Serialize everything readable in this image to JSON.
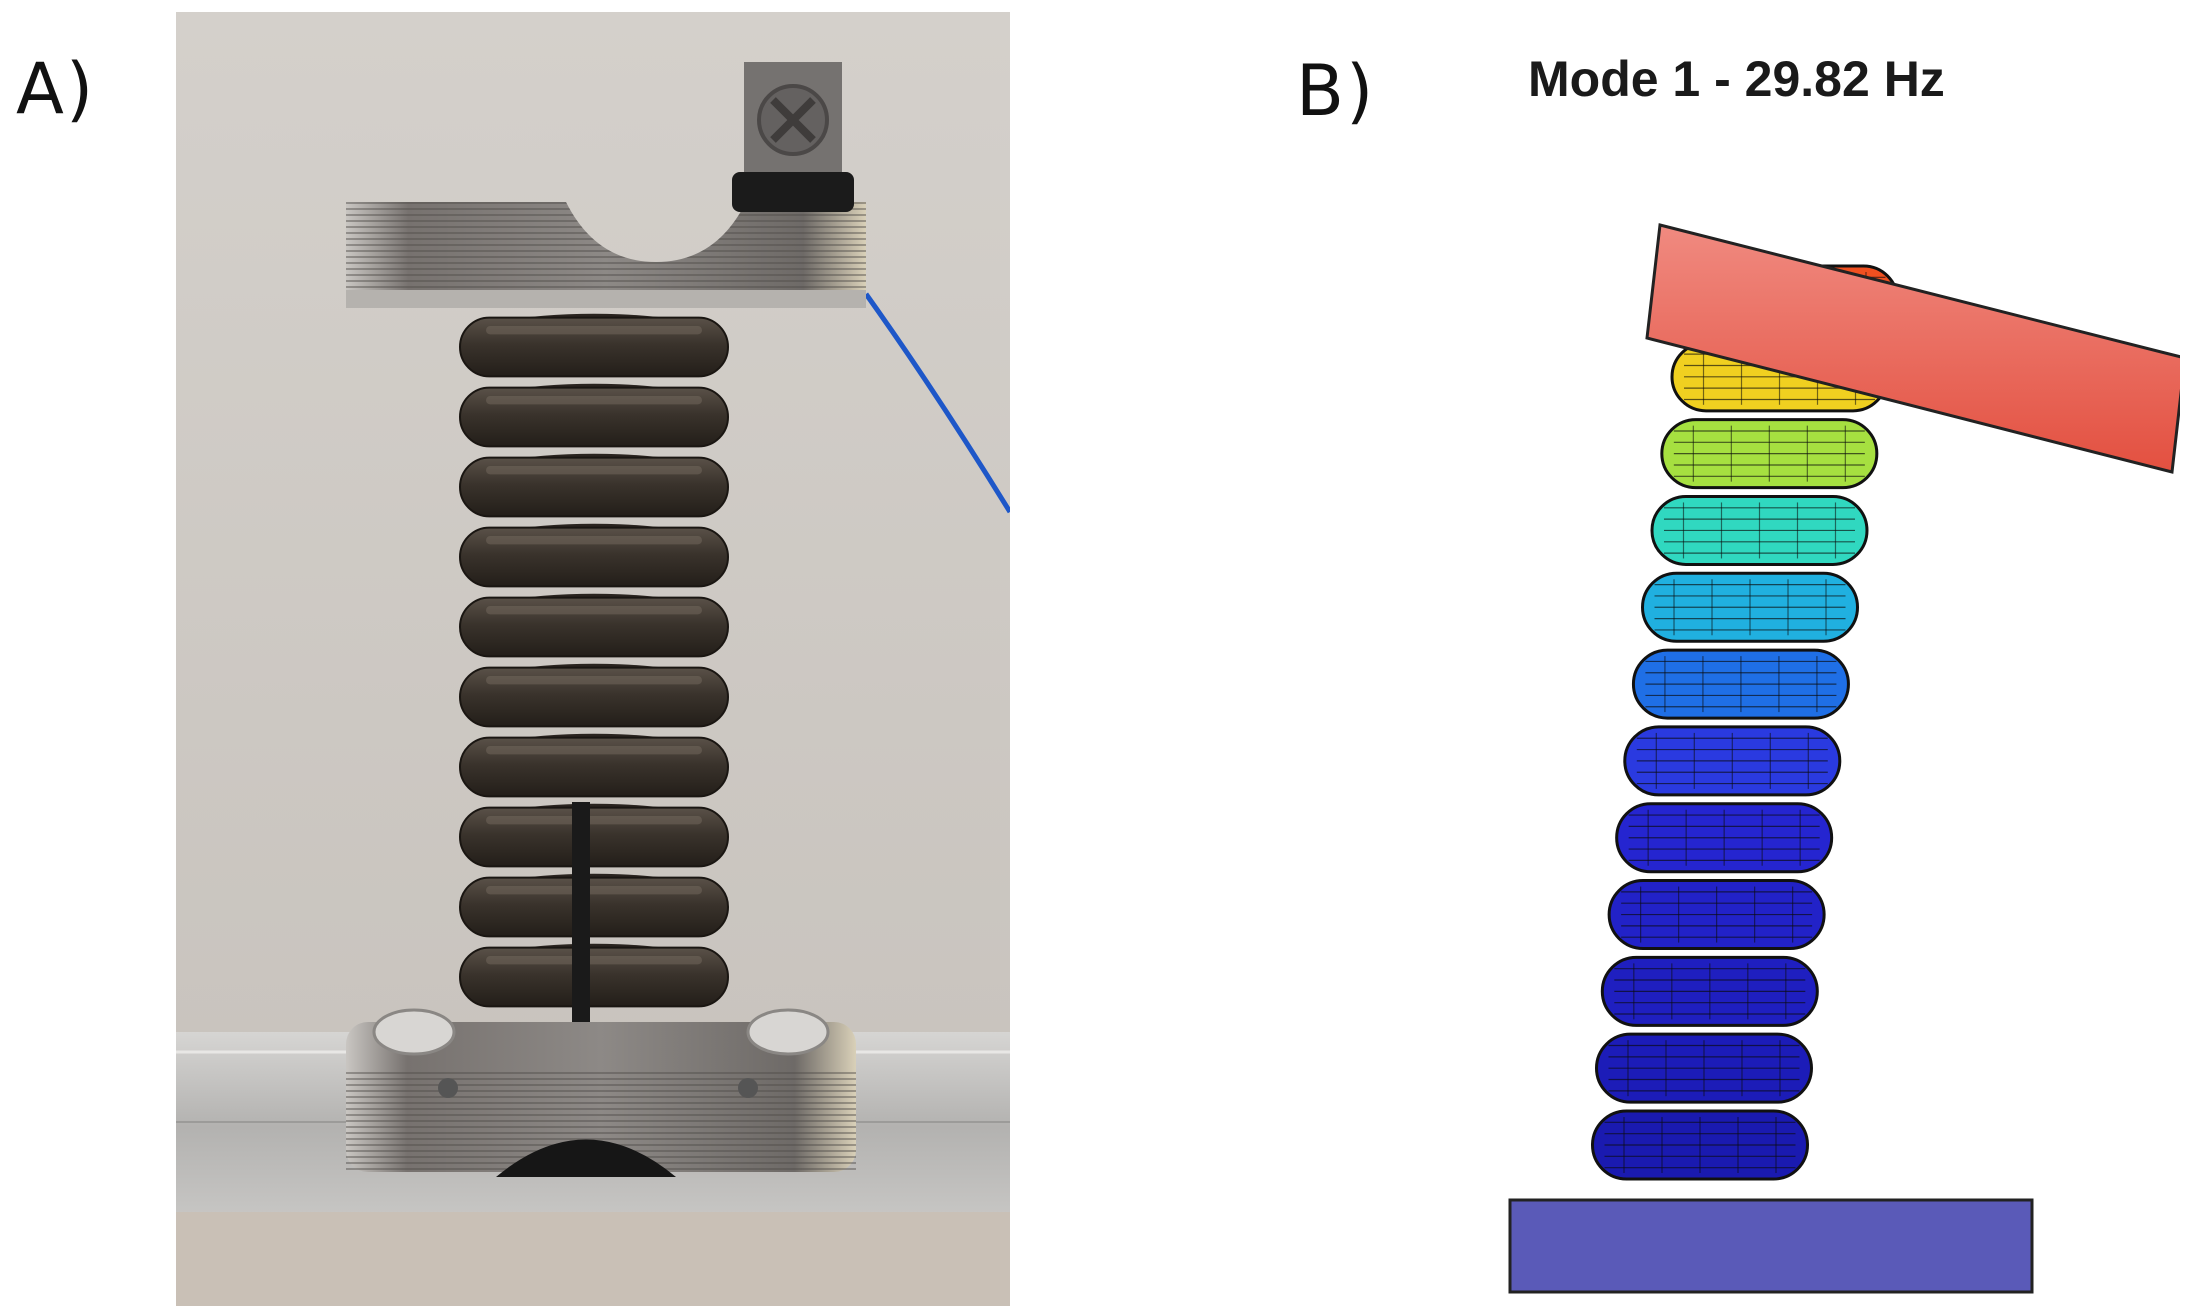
{
  "figure": {
    "panel_a_label": "A)",
    "panel_b_label": "B)",
    "mode_title": "Mode 1 - 29.82 Hz"
  },
  "panel_a": {
    "coil_turn_count": 10,
    "colors": {
      "background": "#cfcac4",
      "coil": "#3b342d",
      "plate": "#8f8c89",
      "rail": "#bdbcba",
      "cable": "#1e57c8"
    }
  },
  "panel_b": {
    "coil_turn_count": 12,
    "turn_colors": [
      "#1a1ab0",
      "#1c1cb8",
      "#1f1fc0",
      "#2222c8",
      "#2525d0",
      "#2a3ae0",
      "#1f6fe6",
      "#20b0e0",
      "#30d8c0",
      "#a6e040",
      "#f0d020",
      "#f05020"
    ],
    "colors": {
      "top_plate": "#e86a60",
      "base_plate": "#5a5ab8"
    }
  }
}
